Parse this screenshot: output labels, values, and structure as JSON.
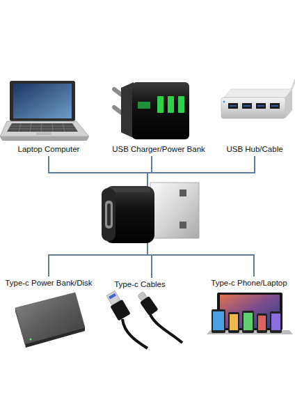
{
  "diagram": {
    "nodes": [
      {
        "text": [
          "Laptop Computer"
        ]
      },
      {
        "text": [
          "USB Charger/Power Bank"
        ]
      },
      {
        "text": [
          "USB Hub/Cable"
        ]
      },
      {
        "text": [
          "Type-c Power Bank/Disk"
        ]
      },
      {
        "text": [
          "Type-c Cables"
        ]
      },
      {
        "text": [
          "Type-c Phone/Laptop"
        ]
      }
    ],
    "edges": [
      {
        "from": 0,
        "to": 3,
        "arrow": "none"
      },
      {
        "from": 0,
        "to": 4,
        "arrow": "none"
      },
      {
        "from": 0,
        "to": 5,
        "arrow": "none"
      },
      {
        "from": 1,
        "to": 3,
        "arrow": "none"
      },
      {
        "from": 1,
        "to": 4,
        "arrow": "none"
      },
      {
        "from": 1,
        "to": 5,
        "arrow": "none"
      },
      {
        "from": 2,
        "to": 3,
        "arrow": "none"
      },
      {
        "from": 2,
        "to": 4,
        "arrow": "none"
      },
      {
        "from": 2,
        "to": 5,
        "arrow": "none"
      }
    ]
  }
}
